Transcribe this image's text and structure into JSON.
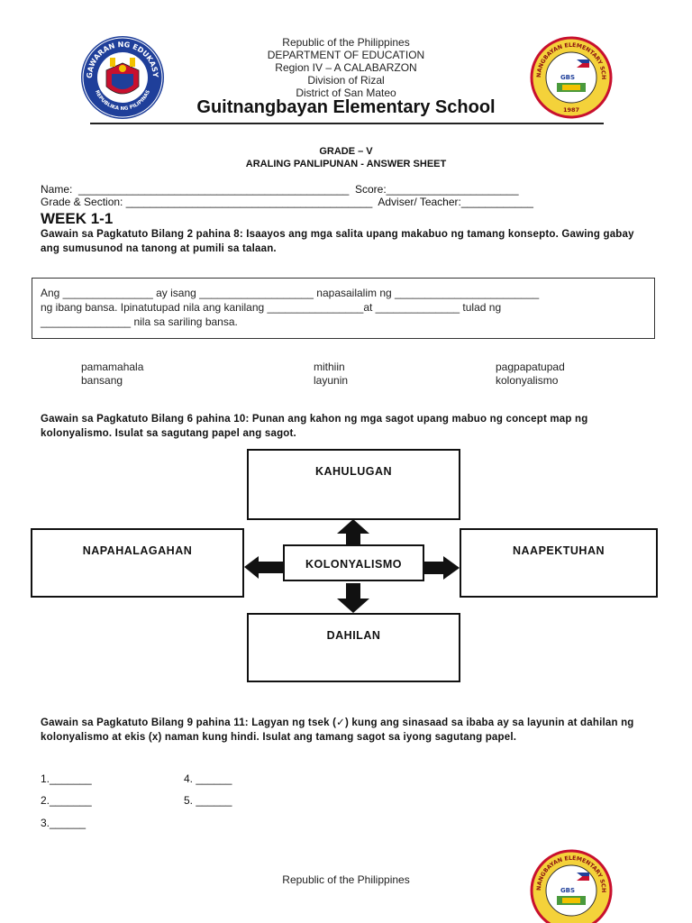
{
  "header": {
    "lines": [
      "Republic of the Philippines",
      "DEPARTMENT OF EDUCATION",
      "Region IV – A CALABARZON",
      "Division of Rizal",
      "District of San Mateo"
    ],
    "school_name": "Guitnangbayan Elementary School",
    "left_logo_text": [
      "KAGAWARAN NG EDUKASYON",
      "REPUBLIKA NG PILIPINAS"
    ],
    "right_logo_text": [
      "GUITNANGBAYAN ELEMENTARY SCHOOL",
      "1987",
      "GBS"
    ]
  },
  "title": {
    "grade": "GRADE – V",
    "subject": "ARALING PANLIPUNAN - ANSWER SHEET"
  },
  "fields": {
    "name_line": "Name:  _____________________________________________  Score:______________________",
    "grade_line": "Grade & Section: _________________________________________  Adviser/ Teacher:____________"
  },
  "week": "WEEK 1-1",
  "activity1": {
    "instruction": "Gawain sa Pagkatuto Bilang 2 pahina 8: Isaayos ang mga salita upang makabuo ng tamang konsepto. Gawing gabay ang sumusunod na tanong at pumili sa talaan.",
    "sentence_lines": [
      "Ang _______________ ay isang ___________________ napasailalim ng ________________________",
      "ng ibang bansa. Ipinatutupad nila ang kanilang ________________at ______________ tulad ng",
      "_______________ nila sa sariling bansa."
    ],
    "word_bank": [
      [
        "pamamahala",
        "bansang"
      ],
      [
        "mithiin",
        "layunin"
      ],
      [
        "pagpapatupad",
        "kolonyalismo"
      ]
    ]
  },
  "activity2": {
    "instruction": "Gawain sa Pagkatuto Bilang 6 pahina 10: Punan ang kahon ng mga sagot upang mabuo ng concept map ng kolonyalismo. Isulat sa sagutang papel ang sagot.",
    "concept_map": {
      "center": "KOLONYALISMO",
      "top": "KAHULUGAN",
      "left": "NAPAHALAGAHAN",
      "right": "NAAPEKTUHAN",
      "bottom": "DAHILAN"
    }
  },
  "activity3": {
    "instruction": "Gawain sa Pagkatuto Bilang 9 pahina 11: Lagyan ng tsek (✓) kung ang sinasaad sa ibaba ay sa layunin at dahilan ng kolonyalismo at ekis (x) naman kung hindi. Isulat ang tamang sagot sa iyong sagutang papel.",
    "answers": [
      "1._______",
      "2._______",
      "3.______",
      "4. ______",
      "5. ______"
    ]
  },
  "footer": {
    "line": "Republic of the Philippines"
  }
}
